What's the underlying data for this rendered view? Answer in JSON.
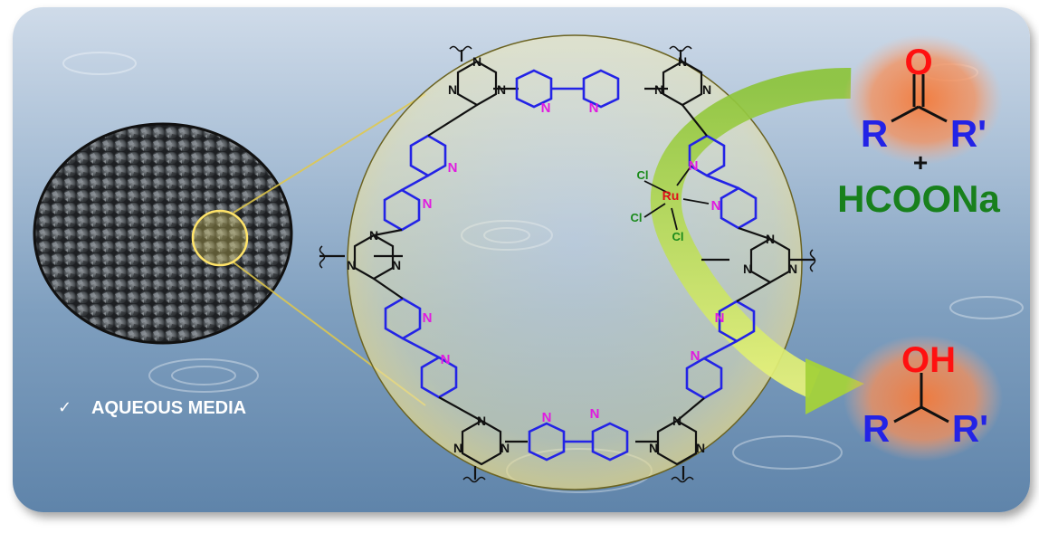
{
  "scheme": {
    "label_check": "✓",
    "label_media": "AQUEOUS MEDIA",
    "reactant_carbonyl_o": "O",
    "reactant_r": "R",
    "reactant_r_prime": "R'",
    "plus": "+",
    "reagent": "HCOONa",
    "product_oh": "OH",
    "product_r": "R",
    "product_r_prime": "R'",
    "metal": "Ru",
    "ligand_cl": "Cl",
    "nitrogen": "N"
  },
  "colors": {
    "ligand_blue": "#2323e6",
    "nitrogen_magenta": "#e01be0",
    "ruthenium_red": "#e0101a",
    "chloride_green": "#1a8a1a",
    "reagent_green": "#18801c",
    "arrow_green": "#a4d23a",
    "glow_orange": "#f47a3a"
  }
}
